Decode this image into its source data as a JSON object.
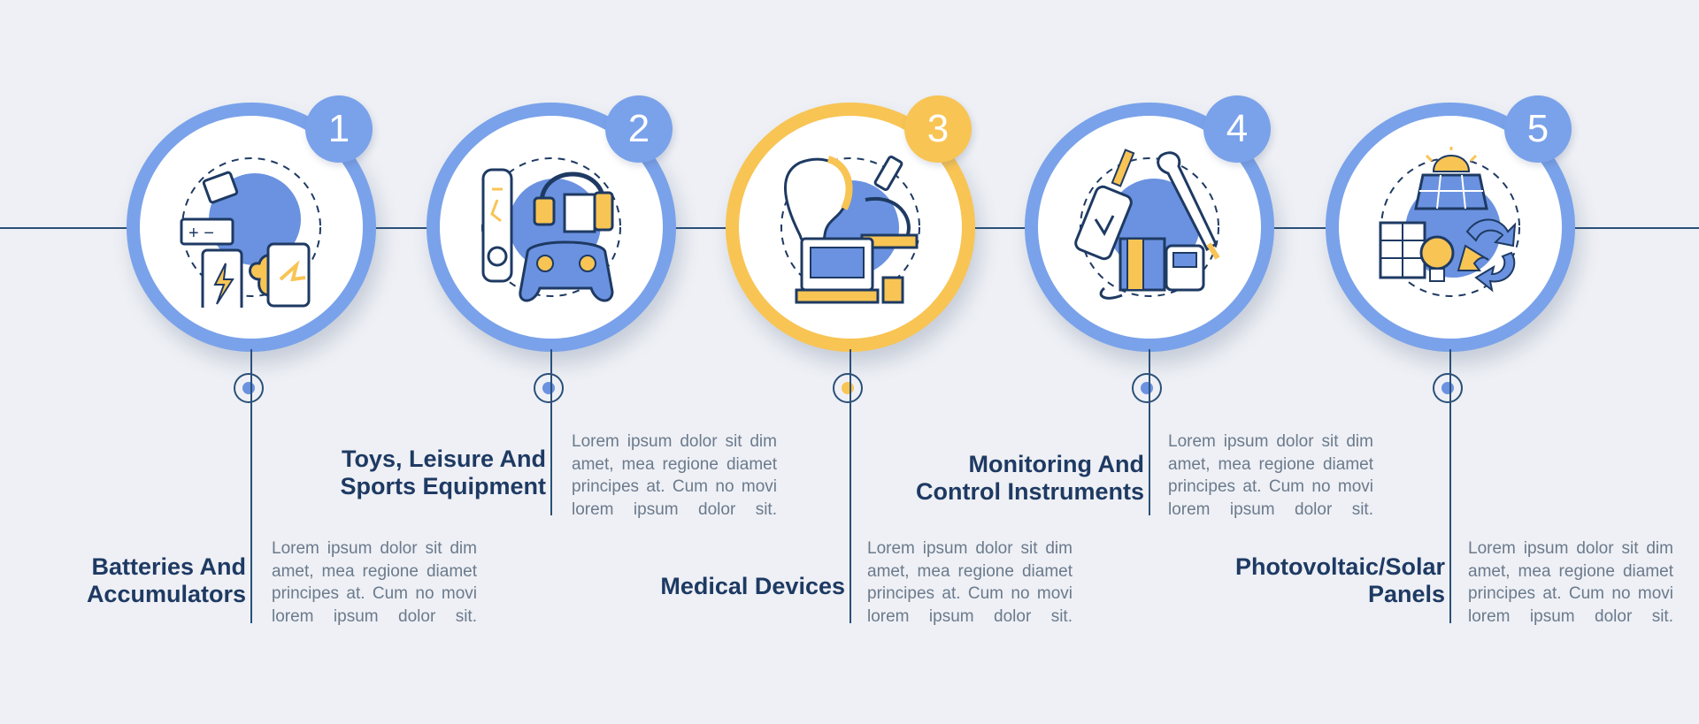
{
  "steps": [
    {
      "number": "1",
      "title": "Batteries And Accumulators",
      "description": "Lorem ipsum dolor sit dim amet, mea regione diamet principes at. Cum no movi lorem ipsum dolor sit.",
      "icon": "battery-power-icon",
      "accent": "#7aa2ea"
    },
    {
      "number": "2",
      "title": "Toys, Leisure And Sports Equipment",
      "description": "Lorem ipsum dolor sit dim amet, mea regione diamet principes at. Cum no movi lorem ipsum dolor sit.",
      "icon": "gamepad-headphones-icon",
      "accent": "#7aa2ea"
    },
    {
      "number": "3",
      "title": "Medical Devices",
      "description": "Lorem ipsum dolor sit dim amet, mea regione diamet principes at. Cum no movi lorem ipsum dolor sit.",
      "icon": "medical-ear-microscope-icon",
      "accent": "#f8c454"
    },
    {
      "number": "4",
      "title": "Monitoring And Control Instruments",
      "description": "Lorem ipsum dolor sit dim amet, mea regione diamet principes at. Cum no movi lorem ipsum dolor sit.",
      "icon": "thermometer-monitor-icon",
      "accent": "#7aa2ea"
    },
    {
      "number": "5",
      "title": "Photovoltaic/Solar Panels",
      "description": "Lorem ipsum dolor sit dim amet, mea regione diamet principes at. Cum no movi lorem ipsum dolor sit.",
      "icon": "solar-panel-icon",
      "accent": "#7aa2ea"
    }
  ],
  "colors": {
    "line": "#2b5078",
    "title": "#1e3a63",
    "text": "#6b7a8c",
    "blue": "#7aa2ea",
    "yellow": "#f8c454",
    "background": "#eef0f5"
  }
}
